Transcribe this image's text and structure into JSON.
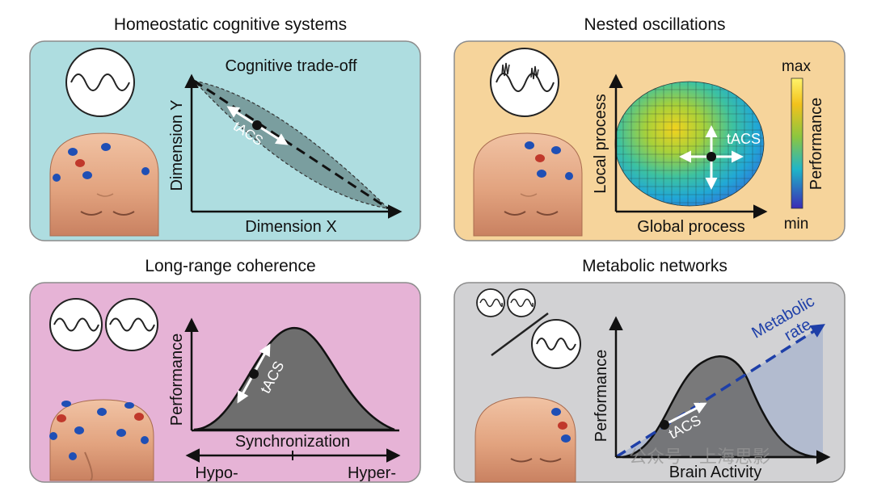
{
  "panels": {
    "homeostatic": {
      "title": "Homeostatic cognitive systems",
      "plot_title": "Cognitive trade-off",
      "xlabel": "Dimension X",
      "ylabel": "Dimension Y",
      "stim_label": "tACS"
    },
    "nested": {
      "title": "Nested oscillations",
      "xlabel": "Global process",
      "ylabel": "Local process",
      "stim_label": "tACS",
      "colorbar_label": "Performance",
      "colorbar_max": "max",
      "colorbar_min": "min"
    },
    "coherence": {
      "title": "Long-range coherence",
      "xlabel": "Synchronization",
      "ylabel": "Performance",
      "stim_label": "tACS",
      "axis_left": "Hypo-",
      "axis_right": "Hyper-"
    },
    "metabolic": {
      "title": "Metabolic networks",
      "xlabel": "Brain Activity",
      "ylabel": "Performance",
      "stim_label": "tACS",
      "rate_label_1": "Metabolic",
      "rate_label_2": "rate"
    }
  },
  "watermark": "公众号 · 上海思影",
  "colors": {
    "homeostatic_bg": "#aedde0",
    "nested_bg": "#f6d49b",
    "coherence_bg": "#e6b3d6",
    "metabolic_bg": "#d2d2d4",
    "metabolic_rate": "#1e3fa8",
    "electrode_blue": "#1f4fb5",
    "electrode_red": "#c0382b"
  }
}
